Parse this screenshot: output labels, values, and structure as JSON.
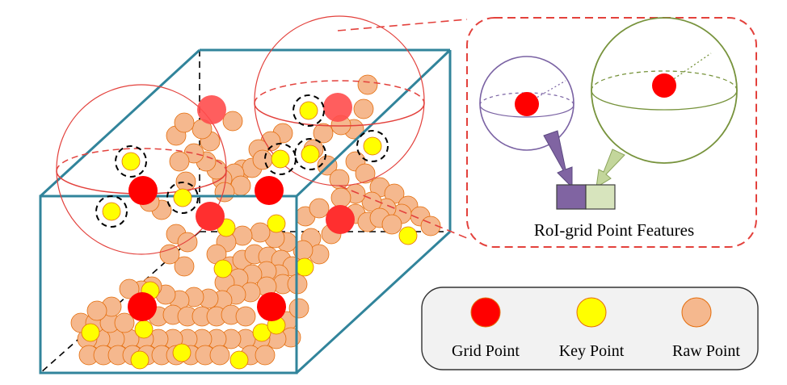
{
  "inset": {
    "label": "RoI-grid Point Features"
  },
  "legend": {
    "items": [
      {
        "key": "grid",
        "label": "Grid Point",
        "color": "#ff0000"
      },
      {
        "key": "key",
        "label": "Key Point",
        "color": "#ffff00"
      },
      {
        "key": "raw",
        "label": "Raw Point",
        "color": "#f5b88e"
      }
    ]
  },
  "colors": {
    "box_edge": "#31849b",
    "sphere_line": "#e3413c",
    "dashed_red": "#e3413c",
    "purple_sphere": "#7a62a3",
    "green_sphere": "#77933c",
    "feature_purple": "#8064a2",
    "feature_green": "#d7e4bd",
    "arrow_purple": "#8064a2",
    "arrow_green": "#c3d69b",
    "grid_point": "#ff0000",
    "key_point": "#ffff00",
    "raw_point": "#f5b88e",
    "legend_bg": "#f2f2f2"
  }
}
